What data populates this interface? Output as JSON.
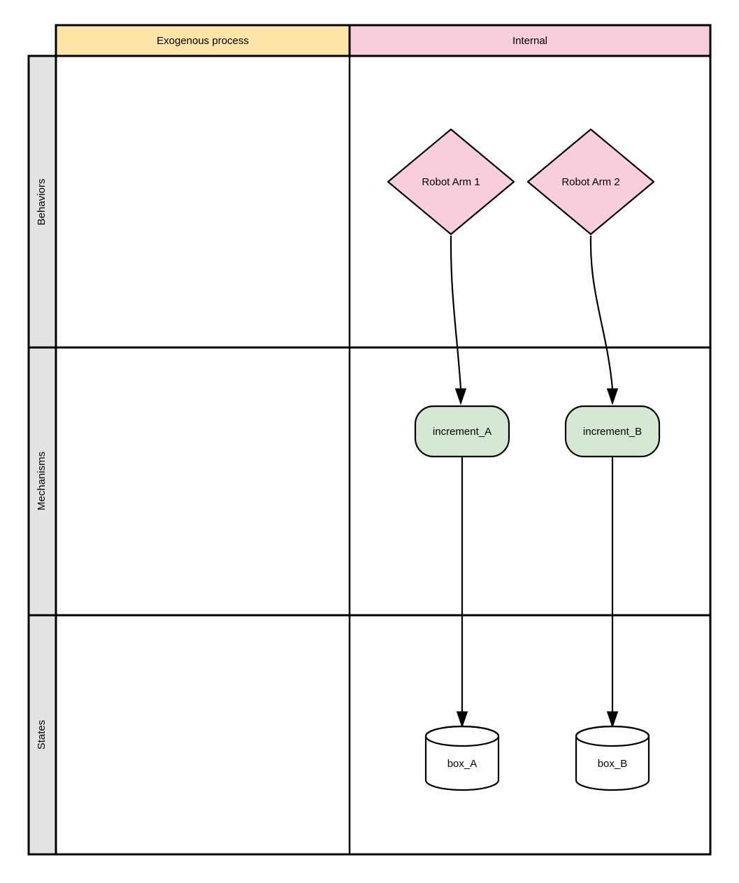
{
  "diagram": {
    "type": "swimlane-matrix",
    "background": "#ffffff",
    "columns": [
      {
        "id": "exogenous",
        "label": "Exogenous process",
        "color": "#ffe6a8"
      },
      {
        "id": "internal",
        "label": "Internal",
        "color": "#f8cddc"
      }
    ],
    "rows": [
      {
        "id": "behaviors",
        "label": "Behaviors",
        "color": "#e3e3e3"
      },
      {
        "id": "mechanisms",
        "label": "Mechanisms",
        "color": "#e3e3e3"
      },
      {
        "id": "states",
        "label": "States",
        "color": "#e3e3e3"
      }
    ],
    "nodes": [
      {
        "id": "robot_arm_1",
        "label": "Robot Arm 1",
        "shape": "diamond",
        "fill": "#f8cddc",
        "stroke": "#000000",
        "row": "behaviors",
        "column": "internal"
      },
      {
        "id": "robot_arm_2",
        "label": "Robot Arm 2",
        "shape": "diamond",
        "fill": "#f8cddc",
        "stroke": "#000000",
        "row": "behaviors",
        "column": "internal"
      },
      {
        "id": "increment_a",
        "label": "increment_A",
        "shape": "rounded-rectangle",
        "fill": "#d5e8d4",
        "stroke": "#000000",
        "row": "mechanisms",
        "column": "internal"
      },
      {
        "id": "increment_b",
        "label": "increment_B",
        "shape": "rounded-rectangle",
        "fill": "#d5e8d4",
        "stroke": "#000000",
        "row": "mechanisms",
        "column": "internal"
      },
      {
        "id": "box_a",
        "label": "box_A",
        "shape": "cylinder",
        "fill": "#ffffff",
        "stroke": "#000000",
        "row": "states",
        "column": "internal"
      },
      {
        "id": "box_b",
        "label": "box_B",
        "shape": "cylinder",
        "fill": "#ffffff",
        "stroke": "#000000",
        "row": "states",
        "column": "internal"
      }
    ],
    "edges": [
      {
        "id": "e1",
        "from": "robot_arm_1",
        "to": "increment_a",
        "style": "curved-arrow"
      },
      {
        "id": "e2",
        "from": "robot_arm_2",
        "to": "increment_b",
        "style": "curved-arrow"
      },
      {
        "id": "e3",
        "from": "increment_a",
        "to": "box_a",
        "style": "straight-arrow"
      },
      {
        "id": "e4",
        "from": "increment_b",
        "to": "box_b",
        "style": "straight-arrow"
      }
    ]
  }
}
